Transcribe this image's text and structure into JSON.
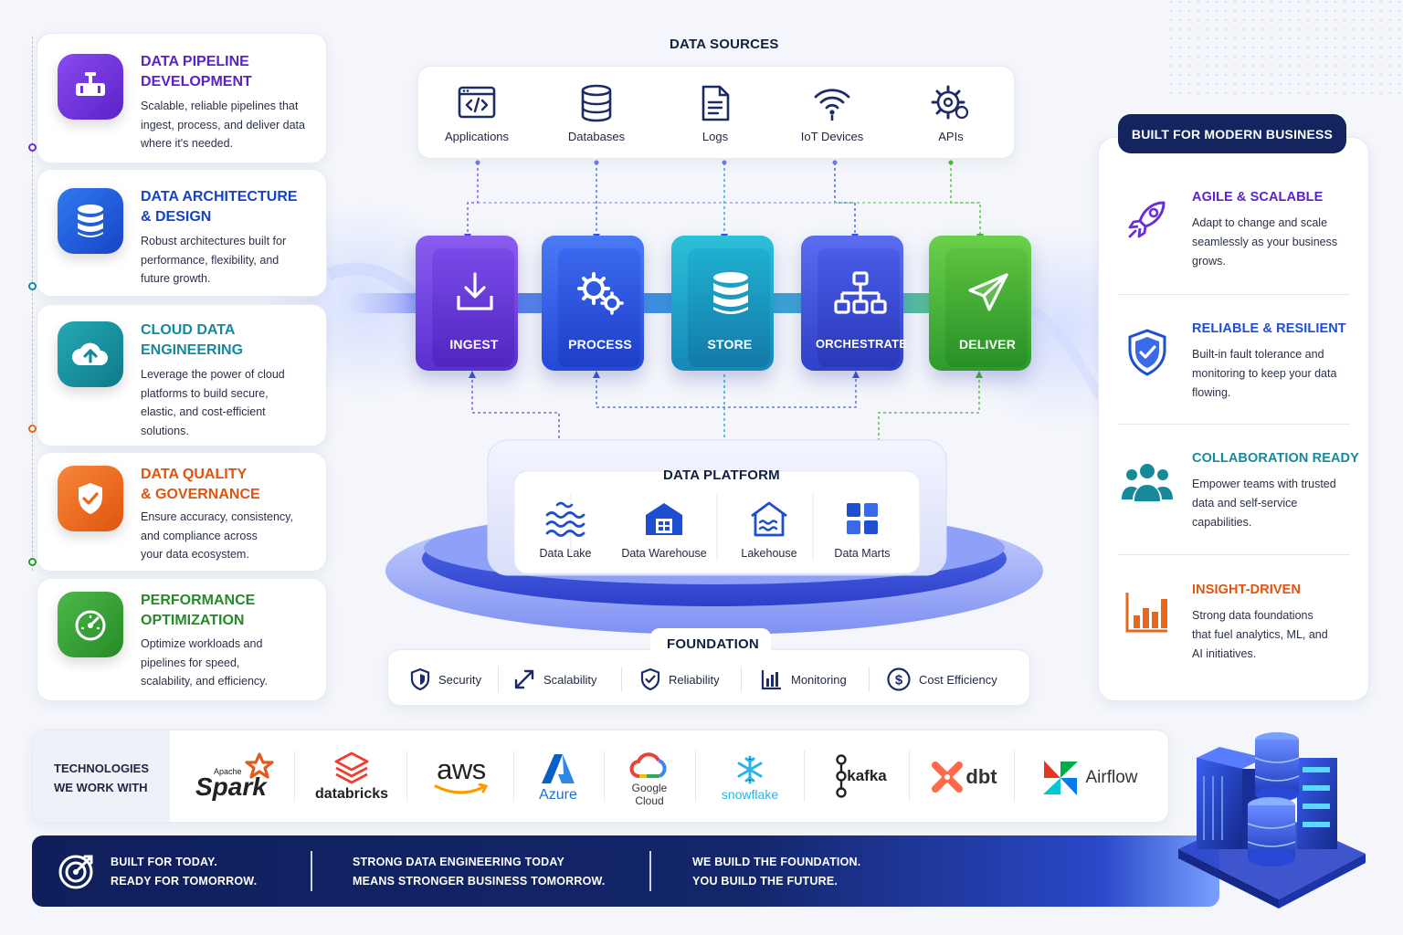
{
  "services": [
    {
      "title": "DATA PIPELINE\nDEVELOPMENT",
      "desc": "Scalable, reliable pipelines that\ningest, process, and deliver data\nwhere it's needed.",
      "color": "#6a2fd8",
      "icon": "pipeline-valve-icon"
    },
    {
      "title": "DATA ARCHITECTURE\n& DESIGN",
      "desc": "Robust architectures built for\nperformance, flexibility, and\nfuture growth.",
      "color": "#1f5ed6",
      "icon": "database-icon"
    },
    {
      "title": "CLOUD DATA\nENGINEERING",
      "desc": "Leverage the power of cloud\nplatforms to build secure,\nelastic, and cost-efficient\nsolutions.",
      "color": "#168a9a",
      "icon": "cloud-upload-icon"
    },
    {
      "title": "DATA QUALITY\n& GOVERNANCE",
      "desc": "Ensure accuracy, consistency,\nand compliance across\nyour data ecosystem.",
      "color": "#e8671a",
      "icon": "shield-check-icon"
    },
    {
      "title": "PERFORMANCE\nOPTIMIZATION",
      "desc": "Optimize workloads and\npipelines for speed,\nscalability, and efficiency.",
      "color": "#2e9a2e",
      "icon": "speedometer-icon"
    }
  ],
  "data_sources": {
    "title": "DATA SOURCES",
    "items": [
      {
        "label": "Applications",
        "icon": "code-window-icon"
      },
      {
        "label": "Databases",
        "icon": "database-icon"
      },
      {
        "label": "Logs",
        "icon": "document-icon"
      },
      {
        "label": "IoT Devices",
        "icon": "wireless-icon"
      },
      {
        "label": "APIs",
        "icon": "gear-cog-icon"
      }
    ]
  },
  "pipeline": [
    {
      "label": "INGEST",
      "color": "#6a3fe0",
      "icon": "download-tray-icon"
    },
    {
      "label": "PROCESS",
      "color": "#2f5fe8",
      "icon": "gears-icon"
    },
    {
      "label": "STORE",
      "color": "#1aa0c8",
      "icon": "database-icon"
    },
    {
      "label": "ORCHESTRATE",
      "color": "#3a4fd0",
      "icon": "hierarchy-icon"
    },
    {
      "label": "DELIVER",
      "color": "#4ab53a",
      "icon": "paper-plane-icon"
    }
  ],
  "platform": {
    "title": "DATA PLATFORM",
    "items": [
      {
        "label": "Data Lake",
        "icon": "waves-icon"
      },
      {
        "label": "Data Warehouse",
        "icon": "warehouse-icon"
      },
      {
        "label": "Lakehouse",
        "icon": "lakehouse-icon"
      },
      {
        "label": "Data Marts",
        "icon": "grid-icon"
      }
    ]
  },
  "foundation": {
    "title": "FOUNDATION",
    "items": [
      {
        "label": "Security",
        "icon": "shield-icon"
      },
      {
        "label": "Scalability",
        "icon": "expand-arrows-icon"
      },
      {
        "label": "Reliability",
        "icon": "shield-check-icon"
      },
      {
        "label": "Monitoring",
        "icon": "bar-chart-icon"
      },
      {
        "label": "Cost Efficiency",
        "icon": "dollar-circle-icon"
      }
    ]
  },
  "benefits": {
    "title": "BUILT FOR MODERN BUSINESS",
    "items": [
      {
        "title": "AGILE & SCALABLE",
        "desc": "Adapt to change and scale\nseamlessly as your business\ngrows.",
        "color": "#6a2fd8",
        "icon": "rocket-icon"
      },
      {
        "title": "RELIABLE & RESILIENT",
        "desc": "Built-in fault tolerance and\nmonitoring to keep your data\nflowing.",
        "color": "#1f4fd0",
        "icon": "shield-check-icon"
      },
      {
        "title": "COLLABORATION READY",
        "desc": "Empower teams with trusted\ndata and self-service\ncapabilities.",
        "color": "#168a9a",
        "icon": "team-icon"
      },
      {
        "title": "INSIGHT-DRIVEN",
        "desc": "Strong data foundations\nthat fuel analytics, ML, and\nAI initiatives.",
        "color": "#e8671a",
        "icon": "bar-chart-icon"
      }
    ]
  },
  "technologies": {
    "title": "TECHNOLOGIES\nWE WORK WITH",
    "items": [
      {
        "name": "Spark",
        "prefix": "Apache"
      },
      {
        "name": "databricks"
      },
      {
        "name": "aws"
      },
      {
        "name": "Azure"
      },
      {
        "name": "Google",
        "sub": "Cloud"
      },
      {
        "name": "snowflake"
      },
      {
        "name": "kafka"
      },
      {
        "name": "dbt"
      },
      {
        "name": "Airflow"
      }
    ]
  },
  "banner": [
    "BUILT FOR TODAY.\nREADY FOR TOMORROW.",
    "STRONG DATA ENGINEERING TODAY\nMEANS STRONGER BUSINESS TOMORROW.",
    "WE BUILD THE FOUNDATION.\nYOU BUILD THE FUTURE."
  ]
}
